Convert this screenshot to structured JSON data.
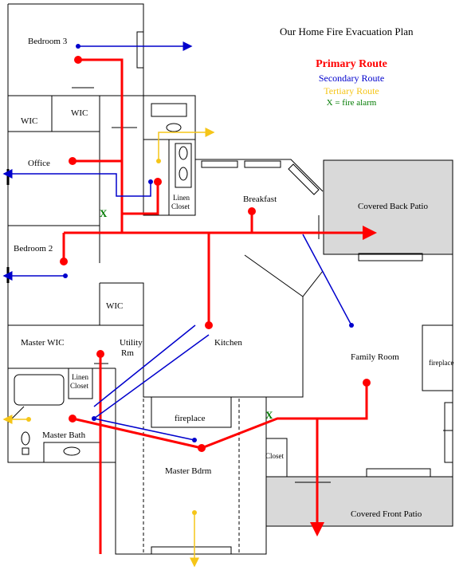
{
  "title": "Our Home Fire Evacuation Plan",
  "legend": {
    "primary": "Primary Route",
    "secondary": "Secondary Route",
    "tertiary": "Tertiary Route",
    "alarm_key": "X = fire alarm"
  },
  "colors": {
    "primary": "#ff0000",
    "secondary": "#0000cc",
    "tertiary": "#f5c518",
    "alarm": "#007a00",
    "patio": "#d9d9d9"
  },
  "rooms": {
    "bedroom3": "Bedroom 3",
    "wic1": "WIC",
    "wic2": "WIC",
    "office": "Office",
    "linen1": "Linen",
    "linen2": "Closet",
    "breakfast": "Breakfast",
    "covered_back_patio": "Covered Back Patio",
    "bedroom2": "Bedroom 2",
    "wic3": "WIC",
    "master_wic": "Master WIC",
    "utility1": "Utility",
    "utility2": "Rm",
    "kitchen": "Kitchen",
    "family_room": "Family Room",
    "fireplace_family": "fireplace",
    "linen3": "Linen",
    "linen4": "Closet",
    "fireplace_master": "fireplace",
    "master_bath": "Master Bath",
    "closet": "Closet",
    "master_bdrm": "Master Bdrm",
    "covered_front_patio": "Covered Front Patio"
  },
  "alarm_symbol": "X",
  "alarm_count": 2
}
